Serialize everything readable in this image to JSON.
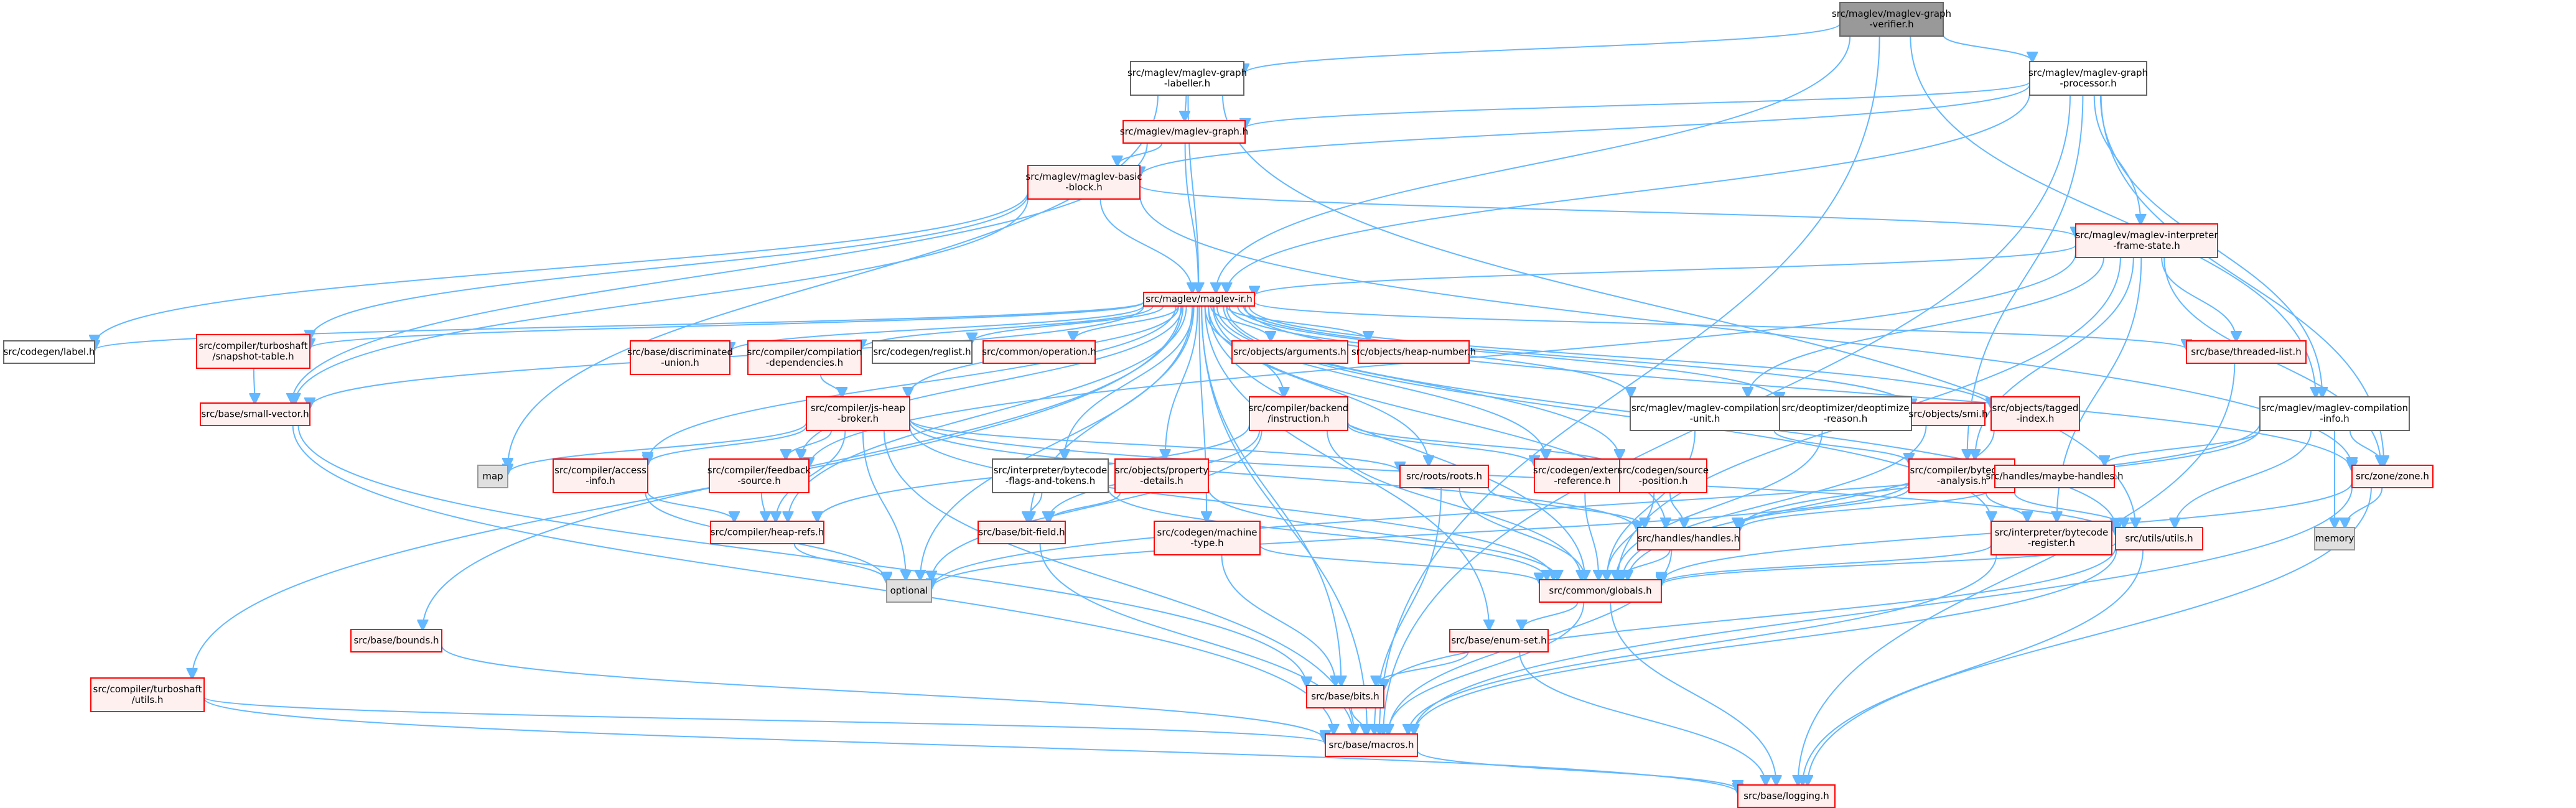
{
  "colors": {
    "root_fill": "#999999",
    "root_border": "#666666",
    "documented_fill": "#ffffff",
    "documented_border": "#666666",
    "undocumented_fill": "#fff0f0",
    "undocumented_border": "#ff0000",
    "external_fill": "#e0e0e0",
    "external_border": "#999999",
    "edge": "#63b8ff",
    "text": "#000000"
  },
  "nodes": [
    {
      "id": "root",
      "kind": "root",
      "lines": [
        "src/maglev/maglev-graph",
        "-verifier.h"
      ]
    },
    {
      "id": "labeller",
      "kind": "documented",
      "lines": [
        "src/maglev/maglev-graph",
        "-labeller.h"
      ]
    },
    {
      "id": "processor",
      "kind": "documented",
      "lines": [
        "src/maglev/maglev-graph",
        "-processor.h"
      ]
    },
    {
      "id": "graph",
      "kind": "undocumented",
      "lines": [
        "src/maglev/maglev-graph.h"
      ]
    },
    {
      "id": "basicblock",
      "kind": "undocumented",
      "lines": [
        "src/maglev/maglev-basic",
        "-block.h"
      ]
    },
    {
      "id": "interp_frame",
      "kind": "undocumented",
      "lines": [
        "src/maglev/maglev-interpreter",
        "-frame-state.h"
      ]
    },
    {
      "id": "ir",
      "kind": "undocumented",
      "lines": [
        "src/maglev/maglev-ir.h"
      ]
    },
    {
      "id": "label",
      "kind": "documented",
      "lines": [
        "src/codegen/label.h"
      ]
    },
    {
      "id": "ts_snapshot",
      "kind": "undocumented",
      "lines": [
        "src/compiler/turboshaft",
        "/snapshot-table.h"
      ]
    },
    {
      "id": "disc_union",
      "kind": "undocumented",
      "lines": [
        "src/base/discriminated",
        "-union.h"
      ]
    },
    {
      "id": "comp_deps",
      "kind": "undocumented",
      "lines": [
        "src/compiler/compilation",
        "-dependencies.h"
      ]
    },
    {
      "id": "reglist",
      "kind": "documented",
      "lines": [
        "src/codegen/reglist.h"
      ]
    },
    {
      "id": "operation",
      "kind": "undocumented",
      "lines": [
        "src/common/operation.h"
      ]
    },
    {
      "id": "arguments",
      "kind": "undocumented",
      "lines": [
        "src/objects/arguments.h"
      ]
    },
    {
      "id": "heap_number",
      "kind": "undocumented",
      "lines": [
        "src/objects/heap-number.h"
      ]
    },
    {
      "id": "threaded_list",
      "kind": "undocumented",
      "lines": [
        "src/base/threaded-list.h"
      ]
    },
    {
      "id": "small_vector",
      "kind": "undocumented",
      "lines": [
        "src/base/small-vector.h"
      ]
    },
    {
      "id": "js_heap_broker",
      "kind": "undocumented",
      "lines": [
        "src/compiler/js-heap",
        "-broker.h"
      ]
    },
    {
      "id": "backend_instr",
      "kind": "undocumented",
      "lines": [
        "src/compiler/backend",
        "/instruction.h"
      ]
    },
    {
      "id": "comp_unit",
      "kind": "documented",
      "lines": [
        "src/maglev/maglev-compilation",
        "-unit.h"
      ]
    },
    {
      "id": "deopt_reason",
      "kind": "documented",
      "lines": [
        "src/deoptimizer/deoptimize",
        "-reason.h"
      ]
    },
    {
      "id": "smi",
      "kind": "undocumented",
      "lines": [
        "src/objects/smi.h"
      ]
    },
    {
      "id": "tagged_index",
      "kind": "undocumented",
      "lines": [
        "src/objects/tagged",
        "-index.h"
      ]
    },
    {
      "id": "comp_info",
      "kind": "documented",
      "lines": [
        "src/maglev/maglev-compilation",
        "-info.h"
      ]
    },
    {
      "id": "map",
      "kind": "external",
      "lines": [
        "map"
      ]
    },
    {
      "id": "access_info",
      "kind": "undocumented",
      "lines": [
        "src/compiler/access",
        "-info.h"
      ]
    },
    {
      "id": "feedback_source",
      "kind": "undocumented",
      "lines": [
        "src/compiler/feedback",
        "-source.h"
      ]
    },
    {
      "id": "bc_flags",
      "kind": "documented",
      "lines": [
        "src/interpreter/bytecode",
        "-flags-and-tokens.h"
      ]
    },
    {
      "id": "prop_details",
      "kind": "undocumented",
      "lines": [
        "src/objects/property",
        "-details.h"
      ]
    },
    {
      "id": "roots",
      "kind": "undocumented",
      "lines": [
        "src/roots/roots.h"
      ]
    },
    {
      "id": "ext_ref",
      "kind": "undocumented",
      "lines": [
        "src/codegen/external",
        "-reference.h"
      ]
    },
    {
      "id": "src_pos",
      "kind": "undocumented",
      "lines": [
        "src/codegen/source",
        "-position.h"
      ]
    },
    {
      "id": "bc_analysis",
      "kind": "undocumented",
      "lines": [
        "src/compiler/bytecode",
        "-analysis.h"
      ]
    },
    {
      "id": "maybe_handles",
      "kind": "undocumented",
      "lines": [
        "src/handles/maybe-handles.h"
      ]
    },
    {
      "id": "zone",
      "kind": "undocumented",
      "lines": [
        "src/zone/zone.h"
      ]
    },
    {
      "id": "memory",
      "kind": "external",
      "lines": [
        "memory"
      ]
    },
    {
      "id": "heap_refs",
      "kind": "undocumented",
      "lines": [
        "src/compiler/heap-refs.h"
      ]
    },
    {
      "id": "bit_field",
      "kind": "undocumented",
      "lines": [
        "src/base/bit-field.h"
      ]
    },
    {
      "id": "machine_type",
      "kind": "undocumented",
      "lines": [
        "src/codegen/machine",
        "-type.h"
      ]
    },
    {
      "id": "handles",
      "kind": "undocumented",
      "lines": [
        "src/handles/handles.h"
      ]
    },
    {
      "id": "bc_register",
      "kind": "undocumented",
      "lines": [
        "src/interpreter/bytecode",
        "-register.h"
      ]
    },
    {
      "id": "utils",
      "kind": "undocumented",
      "lines": [
        "src/utils/utils.h"
      ]
    },
    {
      "id": "optional",
      "kind": "external",
      "lines": [
        "optional"
      ]
    },
    {
      "id": "globals",
      "kind": "undocumented",
      "lines": [
        "src/common/globals.h"
      ]
    },
    {
      "id": "bounds",
      "kind": "undocumented",
      "lines": [
        "src/base/bounds.h"
      ]
    },
    {
      "id": "enum_set",
      "kind": "undocumented",
      "lines": [
        "src/base/enum-set.h"
      ]
    },
    {
      "id": "bits",
      "kind": "undocumented",
      "lines": [
        "src/base/bits.h"
      ]
    },
    {
      "id": "ts_utils",
      "kind": "undocumented",
      "lines": [
        "src/compiler/turboshaft",
        "/utils.h"
      ]
    },
    {
      "id": "macros",
      "kind": "undocumented",
      "lines": [
        "src/base/macros.h"
      ]
    },
    {
      "id": "logging",
      "kind": "undocumented",
      "lines": [
        "src/base/logging.h"
      ]
    }
  ],
  "edges": [
    [
      "root",
      "labeller"
    ],
    [
      "root",
      "processor"
    ],
    [
      "root",
      "ir"
    ],
    [
      "root",
      "comp_info"
    ],
    [
      "root",
      "macros"
    ],
    [
      "labeller",
      "graph"
    ],
    [
      "labeller",
      "ir"
    ],
    [
      "labeller",
      "map"
    ],
    [
      "labeller",
      "utils"
    ],
    [
      "processor",
      "graph"
    ],
    [
      "processor",
      "basicblock"
    ],
    [
      "processor",
      "interp_frame"
    ],
    [
      "processor",
      "ir"
    ],
    [
      "processor",
      "comp_info"
    ],
    [
      "processor",
      "bc_analysis"
    ],
    [
      "processor",
      "zone"
    ],
    [
      "processor",
      "macros"
    ],
    [
      "graph",
      "basicblock"
    ],
    [
      "graph",
      "ir"
    ],
    [
      "graph",
      "small_vector"
    ],
    [
      "basicblock",
      "ir"
    ],
    [
      "basicblock",
      "interp_frame"
    ],
    [
      "basicblock",
      "label"
    ],
    [
      "basicblock",
      "small_vector"
    ],
    [
      "basicblock",
      "ts_snapshot"
    ],
    [
      "basicblock",
      "zone"
    ],
    [
      "interp_frame",
      "ir"
    ],
    [
      "interp_frame",
      "comp_unit"
    ],
    [
      "interp_frame",
      "threaded_list"
    ],
    [
      "interp_frame",
      "bc_analysis"
    ],
    [
      "interp_frame",
      "bc_register"
    ],
    [
      "interp_frame",
      "globals"
    ],
    [
      "interp_frame",
      "zone"
    ],
    [
      "interp_frame",
      "feedback_source"
    ],
    [
      "ir",
      "label"
    ],
    [
      "ir",
      "ts_snapshot"
    ],
    [
      "ir",
      "disc_union"
    ],
    [
      "ir",
      "comp_deps"
    ],
    [
      "ir",
      "reglist"
    ],
    [
      "ir",
      "operation"
    ],
    [
      "ir",
      "arguments"
    ],
    [
      "ir",
      "heap_number"
    ],
    [
      "ir",
      "threaded_list"
    ],
    [
      "ir",
      "small_vector"
    ],
    [
      "ir",
      "js_heap_broker"
    ],
    [
      "ir",
      "backend_instr"
    ],
    [
      "ir",
      "comp_unit"
    ],
    [
      "ir",
      "deopt_reason"
    ],
    [
      "ir",
      "smi"
    ],
    [
      "ir",
      "tagged_index"
    ],
    [
      "ir",
      "access_info"
    ],
    [
      "ir",
      "feedback_source"
    ],
    [
      "ir",
      "bc_flags"
    ],
    [
      "ir",
      "prop_details"
    ],
    [
      "ir",
      "roots"
    ],
    [
      "ir",
      "ext_ref"
    ],
    [
      "ir",
      "src_pos"
    ],
    [
      "ir",
      "bc_register"
    ],
    [
      "ir",
      "zone"
    ],
    [
      "ir",
      "heap_refs"
    ],
    [
      "ir",
      "bit_field"
    ],
    [
      "ir",
      "machine_type"
    ],
    [
      "ir",
      "globals"
    ],
    [
      "ir",
      "optional"
    ],
    [
      "ir",
      "bounds"
    ],
    [
      "ir",
      "enum_set"
    ],
    [
      "ir",
      "bits"
    ],
    [
      "ir",
      "ts_utils"
    ],
    [
      "ir",
      "macros"
    ],
    [
      "ir",
      "handles"
    ],
    [
      "ir",
      "utils"
    ],
    [
      "ts_snapshot",
      "small_vector"
    ],
    [
      "comp_deps",
      "js_heap_broker"
    ],
    [
      "js_heap_broker",
      "access_info"
    ],
    [
      "js_heap_broker",
      "feedback_source"
    ],
    [
      "js_heap_broker",
      "heap_refs"
    ],
    [
      "js_heap_broker",
      "map"
    ],
    [
      "js_heap_broker",
      "optional"
    ],
    [
      "js_heap_broker",
      "roots"
    ],
    [
      "js_heap_broker",
      "handles"
    ],
    [
      "js_heap_broker",
      "globals"
    ],
    [
      "js_heap_broker",
      "macros"
    ],
    [
      "js_heap_broker",
      "utils"
    ],
    [
      "backend_instr",
      "ext_ref"
    ],
    [
      "backend_instr",
      "src_pos"
    ],
    [
      "backend_instr",
      "globals"
    ],
    [
      "backend_instr",
      "optional"
    ],
    [
      "backend_instr",
      "heap_refs"
    ],
    [
      "backend_instr",
      "bit_field"
    ],
    [
      "comp_unit",
      "bc_analysis"
    ],
    [
      "comp_unit",
      "globals"
    ],
    [
      "comp_info",
      "zone"
    ],
    [
      "comp_info",
      "maybe_handles"
    ],
    [
      "comp_info",
      "memory"
    ],
    [
      "comp_info",
      "utils"
    ],
    [
      "comp_info",
      "optional"
    ],
    [
      "comp_info",
      "handles"
    ],
    [
      "deopt_reason",
      "globals"
    ],
    [
      "smi",
      "globals"
    ],
    [
      "tagged_index",
      "globals"
    ],
    [
      "access_info",
      "heap_refs"
    ],
    [
      "access_info",
      "optional"
    ],
    [
      "feedback_source",
      "heap_refs"
    ],
    [
      "bc_flags",
      "globals"
    ],
    [
      "bc_flags",
      "bit_field"
    ],
    [
      "prop_details",
      "globals"
    ],
    [
      "prop_details",
      "bit_field"
    ],
    [
      "roots",
      "globals"
    ],
    [
      "roots",
      "handles"
    ],
    [
      "roots",
      "macros"
    ],
    [
      "ext_ref",
      "globals"
    ],
    [
      "src_pos",
      "globals"
    ],
    [
      "src_pos",
      "handles"
    ],
    [
      "bc_analysis",
      "handles"
    ],
    [
      "bc_analysis",
      "bc_register"
    ],
    [
      "bc_analysis",
      "utils"
    ],
    [
      "bc_analysis",
      "optional"
    ],
    [
      "maybe_handles",
      "handles"
    ],
    [
      "zone",
      "memory"
    ],
    [
      "zone",
      "logging"
    ],
    [
      "zone",
      "macros"
    ],
    [
      "zone",
      "globals"
    ],
    [
      "heap_refs",
      "optional"
    ],
    [
      "bit_field",
      "macros"
    ],
    [
      "machine_type",
      "globals"
    ],
    [
      "machine_type",
      "bits"
    ],
    [
      "handles",
      "globals"
    ],
    [
      "handles",
      "macros"
    ],
    [
      "bc_register",
      "globals"
    ],
    [
      "bc_register",
      "macros"
    ],
    [
      "utils",
      "globals"
    ],
    [
      "utils",
      "bits"
    ],
    [
      "utils",
      "macros"
    ],
    [
      "utils",
      "logging"
    ],
    [
      "globals",
      "enum_set"
    ],
    [
      "globals",
      "macros"
    ],
    [
      "globals",
      "logging"
    ],
    [
      "bounds",
      "macros"
    ],
    [
      "enum_set",
      "bits"
    ],
    [
      "enum_set",
      "logging"
    ],
    [
      "bits",
      "macros"
    ],
    [
      "ts_utils",
      "macros"
    ],
    [
      "ts_utils",
      "logging"
    ],
    [
      "small_vector",
      "macros"
    ],
    [
      "small_vector",
      "bits"
    ],
    [
      "threaded_list",
      "logging"
    ],
    [
      "macros",
      "logging"
    ]
  ]
}
